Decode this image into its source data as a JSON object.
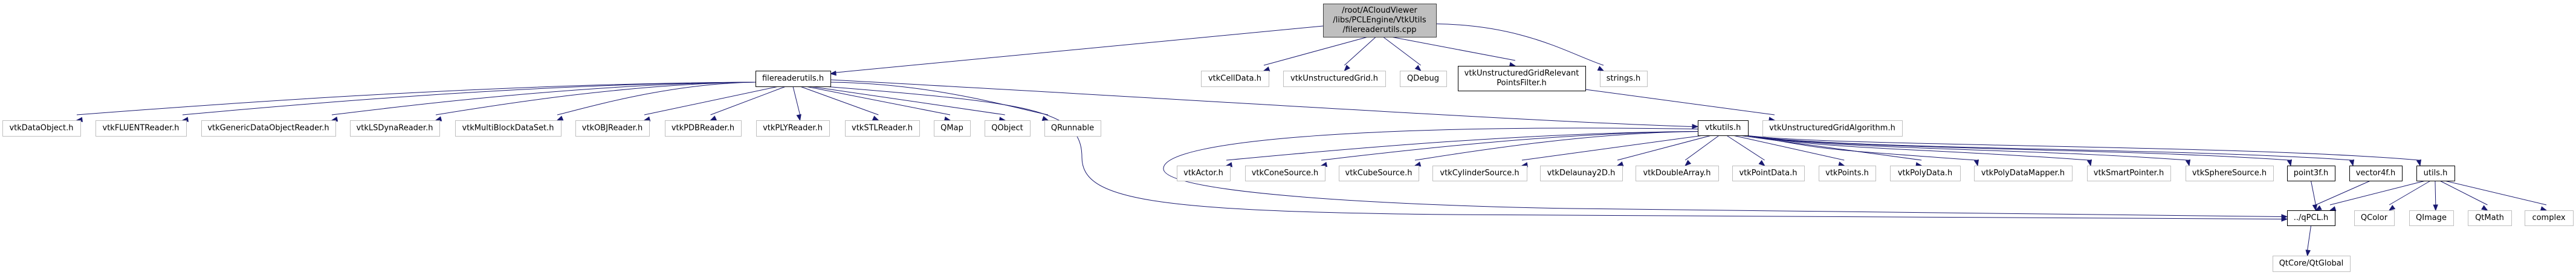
{
  "diagram": {
    "type": "include-dependency-graph",
    "title_node": "root",
    "nodes": [
      {
        "id": "root",
        "kind": "root",
        "lines": [
          "/root/ACloudViewer",
          "/libs/PCLEngine/VtkUtils",
          "/filereaderutils.cpp"
        ]
      },
      {
        "id": "filereaderutils",
        "kind": "internal",
        "lines": [
          "filereaderutils.h"
        ]
      },
      {
        "id": "vtkCellData",
        "kind": "external",
        "lines": [
          "vtkCellData.h"
        ]
      },
      {
        "id": "vtkUnstructuredGrid",
        "kind": "external",
        "lines": [
          "vtkUnstructuredGrid.h"
        ]
      },
      {
        "id": "QDebug",
        "kind": "external",
        "lines": [
          "QDebug"
        ]
      },
      {
        "id": "vtkUGRPF",
        "kind": "internal",
        "lines": [
          "vtkUnstructuredGridRelevant",
          "PointsFilter.h"
        ]
      },
      {
        "id": "strings",
        "kind": "external",
        "lines": [
          "strings.h"
        ]
      },
      {
        "id": "vtkDataObject",
        "kind": "external",
        "lines": [
          "vtkDataObject.h"
        ]
      },
      {
        "id": "vtkFLUENTReader",
        "kind": "external",
        "lines": [
          "vtkFLUENTReader.h"
        ]
      },
      {
        "id": "vtkGenericDataObjectReader",
        "kind": "external",
        "lines": [
          "vtkGenericDataObjectReader.h"
        ]
      },
      {
        "id": "vtkLSDynaReader",
        "kind": "external",
        "lines": [
          "vtkLSDynaReader.h"
        ]
      },
      {
        "id": "vtkMultiBlockDataSet",
        "kind": "external",
        "lines": [
          "vtkMultiBlockDataSet.h"
        ]
      },
      {
        "id": "vtkOBJReader",
        "kind": "external",
        "lines": [
          "vtkOBJReader.h"
        ]
      },
      {
        "id": "vtkPDBReader",
        "kind": "external",
        "lines": [
          "vtkPDBReader.h"
        ]
      },
      {
        "id": "vtkPLYReader",
        "kind": "external",
        "lines": [
          "vtkPLYReader.h"
        ]
      },
      {
        "id": "vtkSTLReader",
        "kind": "external",
        "lines": [
          "vtkSTLReader.h"
        ]
      },
      {
        "id": "QMap",
        "kind": "external",
        "lines": [
          "QMap"
        ]
      },
      {
        "id": "QObject",
        "kind": "external",
        "lines": [
          "QObject"
        ]
      },
      {
        "id": "QRunnable",
        "kind": "external",
        "lines": [
          "QRunnable"
        ]
      },
      {
        "id": "vtkutils",
        "kind": "internal",
        "lines": [
          "vtkutils.h"
        ]
      },
      {
        "id": "vtkUGA",
        "kind": "external",
        "lines": [
          "vtkUnstructuredGridAlgorithm.h"
        ]
      },
      {
        "id": "vtkActor",
        "kind": "external",
        "lines": [
          "vtkActor.h"
        ]
      },
      {
        "id": "vtkConeSource",
        "kind": "external",
        "lines": [
          "vtkConeSource.h"
        ]
      },
      {
        "id": "vtkCubeSource",
        "kind": "external",
        "lines": [
          "vtkCubeSource.h"
        ]
      },
      {
        "id": "vtkCylinderSource",
        "kind": "external",
        "lines": [
          "vtkCylinderSource.h"
        ]
      },
      {
        "id": "vtkDelaunay2D",
        "kind": "external",
        "lines": [
          "vtkDelaunay2D.h"
        ]
      },
      {
        "id": "vtkDoubleArray",
        "kind": "external",
        "lines": [
          "vtkDoubleArray.h"
        ]
      },
      {
        "id": "vtkPointData",
        "kind": "external",
        "lines": [
          "vtkPointData.h"
        ]
      },
      {
        "id": "vtkPoints",
        "kind": "external",
        "lines": [
          "vtkPoints.h"
        ]
      },
      {
        "id": "vtkPolyData",
        "kind": "external",
        "lines": [
          "vtkPolyData.h"
        ]
      },
      {
        "id": "vtkPolyDataMapper",
        "kind": "external",
        "lines": [
          "vtkPolyDataMapper.h"
        ]
      },
      {
        "id": "vtkSmartPointer",
        "kind": "external",
        "lines": [
          "vtkSmartPointer.h"
        ]
      },
      {
        "id": "vtkSphereSource",
        "kind": "external",
        "lines": [
          "vtkSphereSource.h"
        ]
      },
      {
        "id": "point3f",
        "kind": "internal",
        "lines": [
          "point3f.h"
        ]
      },
      {
        "id": "vector4f",
        "kind": "internal",
        "lines": [
          "vector4f.h"
        ]
      },
      {
        "id": "utils",
        "kind": "internal",
        "lines": [
          "utils.h"
        ]
      },
      {
        "id": "qPCL",
        "kind": "internal",
        "lines": [
          "../qPCL.h"
        ]
      },
      {
        "id": "QColor",
        "kind": "external",
        "lines": [
          "QColor"
        ]
      },
      {
        "id": "QImage",
        "kind": "external",
        "lines": [
          "QImage"
        ]
      },
      {
        "id": "QtMath",
        "kind": "external",
        "lines": [
          "QtMath"
        ]
      },
      {
        "id": "complex",
        "kind": "external",
        "lines": [
          "complex"
        ]
      },
      {
        "id": "QtGlobal",
        "kind": "external",
        "lines": [
          "QtCore/QtGlobal"
        ]
      }
    ],
    "edges": [
      [
        "root",
        "filereaderutils"
      ],
      [
        "root",
        "vtkCellData"
      ],
      [
        "root",
        "vtkUnstructuredGrid"
      ],
      [
        "root",
        "QDebug"
      ],
      [
        "root",
        "vtkUGRPF"
      ],
      [
        "root",
        "strings"
      ],
      [
        "filereaderutils",
        "vtkDataObject"
      ],
      [
        "filereaderutils",
        "vtkFLUENTReader"
      ],
      [
        "filereaderutils",
        "vtkGenericDataObjectReader"
      ],
      [
        "filereaderutils",
        "vtkLSDynaReader"
      ],
      [
        "filereaderutils",
        "vtkMultiBlockDataSet"
      ],
      [
        "filereaderutils",
        "vtkOBJReader"
      ],
      [
        "filereaderutils",
        "vtkPDBReader"
      ],
      [
        "filereaderutils",
        "vtkPLYReader"
      ],
      [
        "filereaderutils",
        "vtkSTLReader"
      ],
      [
        "filereaderutils",
        "QMap"
      ],
      [
        "filereaderutils",
        "QObject"
      ],
      [
        "filereaderutils",
        "QRunnable"
      ],
      [
        "filereaderutils",
        "vtkutils"
      ],
      [
        "filereaderutils",
        "qPCL"
      ],
      [
        "vtkUGRPF",
        "vtkUGA"
      ],
      [
        "vtkutils",
        "vtkActor"
      ],
      [
        "vtkutils",
        "vtkConeSource"
      ],
      [
        "vtkutils",
        "vtkCubeSource"
      ],
      [
        "vtkutils",
        "vtkCylinderSource"
      ],
      [
        "vtkutils",
        "vtkDelaunay2D"
      ],
      [
        "vtkutils",
        "vtkDoubleArray"
      ],
      [
        "vtkutils",
        "vtkPointData"
      ],
      [
        "vtkutils",
        "vtkPoints"
      ],
      [
        "vtkutils",
        "vtkPolyData"
      ],
      [
        "vtkutils",
        "vtkPolyDataMapper"
      ],
      [
        "vtkutils",
        "vtkSmartPointer"
      ],
      [
        "vtkutils",
        "vtkSphereSource"
      ],
      [
        "vtkutils",
        "point3f"
      ],
      [
        "vtkutils",
        "vector4f"
      ],
      [
        "vtkutils",
        "utils"
      ],
      [
        "vtkutils",
        "qPCL"
      ],
      [
        "point3f",
        "qPCL"
      ],
      [
        "vector4f",
        "qPCL"
      ],
      [
        "utils",
        "qPCL"
      ],
      [
        "utils",
        "QColor"
      ],
      [
        "utils",
        "QImage"
      ],
      [
        "utils",
        "QtMath"
      ],
      [
        "utils",
        "complex"
      ],
      [
        "qPCL",
        "QtGlobal"
      ]
    ],
    "colors": {
      "edge": "#191970",
      "root_fill": "#bfbfbf",
      "internal_border": "#000000",
      "external_border": "#bfbfbf"
    }
  }
}
